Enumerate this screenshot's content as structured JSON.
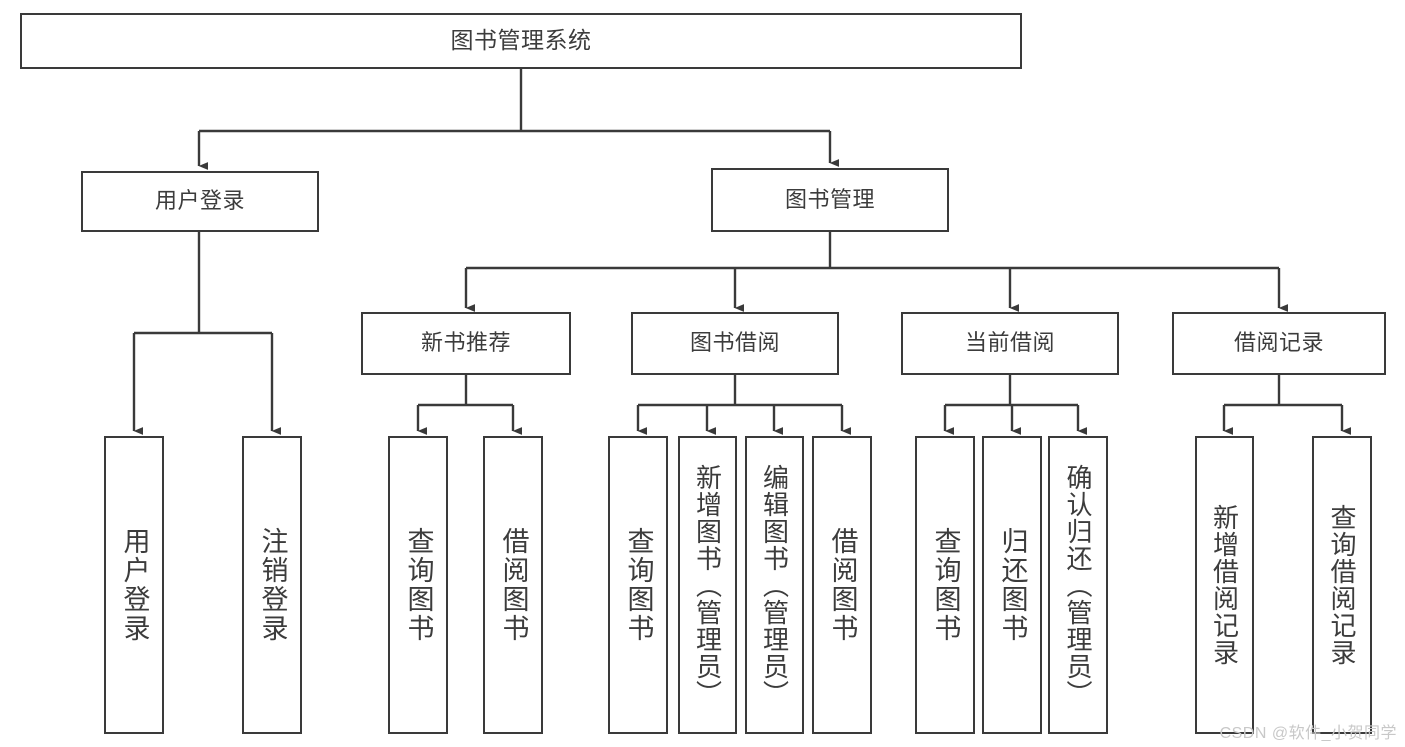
{
  "diagram": {
    "type": "tree",
    "title": "图书管理系统",
    "watermark": "CSDN @软件_小贺同学",
    "colors": {
      "border": "#3a3a3a",
      "text": "#3c3c3c",
      "background": "#ffffff",
      "watermark": "#c8c8c8"
    },
    "nodes": {
      "root": {
        "label": "图书管理系统",
        "level": 1
      },
      "l2": [
        {
          "id": "user-login",
          "label": "用户登录"
        },
        {
          "id": "book-manage",
          "label": "图书管理"
        }
      ],
      "l3": [
        {
          "id": "new-book-recommend",
          "label": "新书推荐"
        },
        {
          "id": "book-borrow",
          "label": "图书借阅"
        },
        {
          "id": "current-borrow",
          "label": "当前借阅"
        },
        {
          "id": "borrow-record",
          "label": "借阅记录"
        }
      ],
      "leaves": {
        "user_login": [
          {
            "id": "leaf-user-login",
            "label": "用户登录"
          },
          {
            "id": "leaf-logout-login",
            "label": "注销登录"
          }
        ],
        "new_book_recommend": [
          {
            "id": "leaf-query-book-1",
            "label": "查询图书"
          },
          {
            "id": "leaf-borrow-book-1",
            "label": "借阅图书"
          }
        ],
        "book_borrow": [
          {
            "id": "leaf-query-book-2",
            "label": "查询图书"
          },
          {
            "id": "leaf-add-book",
            "label": "新增图书（管理员）"
          },
          {
            "id": "leaf-edit-book",
            "label": "编辑图书（管理员）"
          },
          {
            "id": "leaf-borrow-book-2",
            "label": "借阅图书"
          }
        ],
        "current_borrow": [
          {
            "id": "leaf-query-book-3",
            "label": "查询图书"
          },
          {
            "id": "leaf-return-book",
            "label": "归还图书"
          },
          {
            "id": "leaf-confirm-return",
            "label": "确认归还（管理员）"
          }
        ],
        "borrow_record": [
          {
            "id": "leaf-add-borrow-record",
            "label": "新增借阅记录"
          },
          {
            "id": "leaf-query-borrow-record",
            "label": "查询借阅记录"
          }
        ]
      }
    }
  }
}
